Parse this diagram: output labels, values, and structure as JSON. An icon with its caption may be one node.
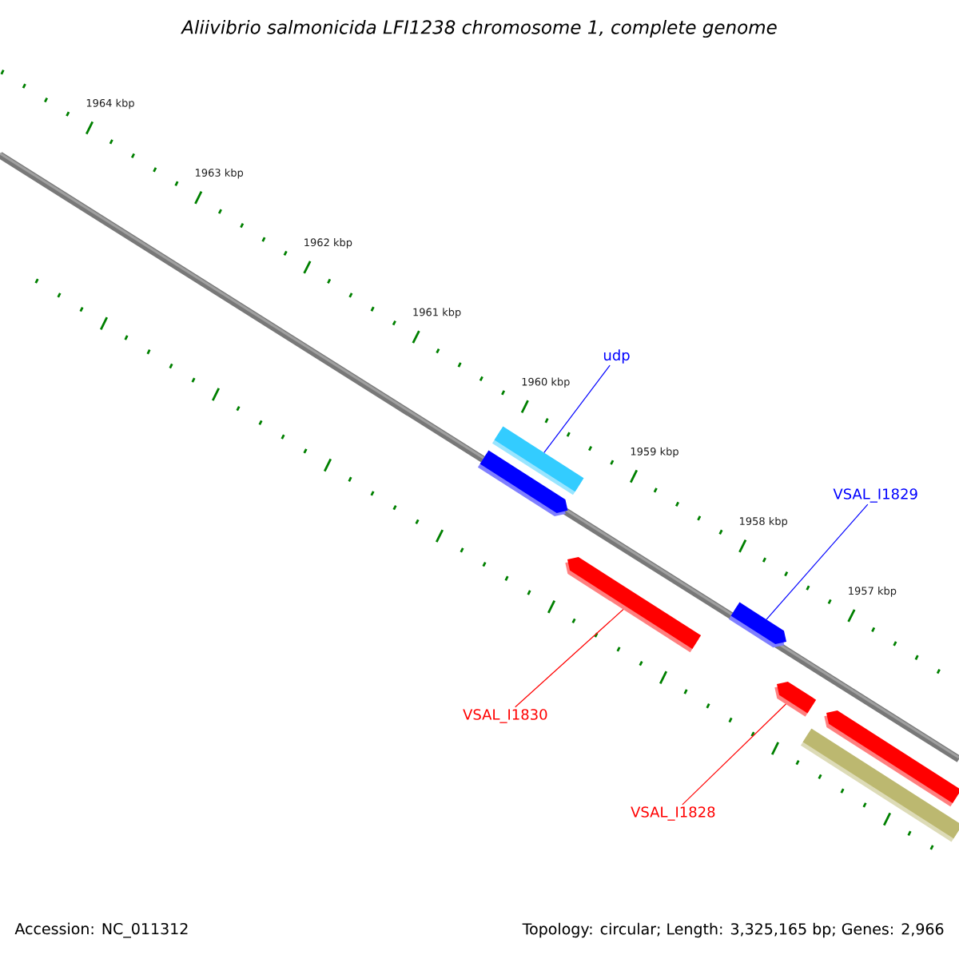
{
  "diagram": {
    "title": "Aliivibrio salmonicida LFI1238 chromosome 1, complete genome",
    "nodes": [
      {
        "text": [
          "udp"
        ]
      },
      {
        "text": [
          "VSAL_I1829"
        ]
      },
      {
        "text": [
          "VSAL_I1830"
        ]
      },
      {
        "text": [
          "VSAL_I1828"
        ]
      },
      {
        "text": [],
        "shape": "bar"
      },
      {
        "text": [],
        "shape": "bar"
      },
      {
        "text": [],
        "shape": "bar"
      },
      {
        "text": [],
        "shape": "bar"
      },
      {
        "text": [],
        "shape": "bar"
      },
      {
        "text": [],
        "shape": "bar"
      },
      {
        "text": [],
        "shape": "bar"
      }
    ],
    "edges": [
      {
        "from": 0,
        "to": 4,
        "arrow": "none",
        "color": "#0000ff"
      },
      {
        "from": 1,
        "to": 7,
        "arrow": "none",
        "color": "#0000ff"
      },
      {
        "from": 2,
        "to": 6,
        "arrow": "none",
        "color": "#ff0000"
      },
      {
        "from": 3,
        "to": 8,
        "arrow": "none",
        "color": "#ff0000"
      }
    ],
    "labels": [
      "1964 kbp",
      "1963 kbp",
      "1962 kbp",
      "1961 kbp",
      "1960 kbp",
      "1959 kbp",
      "1958 kbp",
      "1957 kbp",
      "Accession: NC_011312",
      "Topology: circular; Length: 3,325,165 bp; Genes: 2,966"
    ]
  }
}
